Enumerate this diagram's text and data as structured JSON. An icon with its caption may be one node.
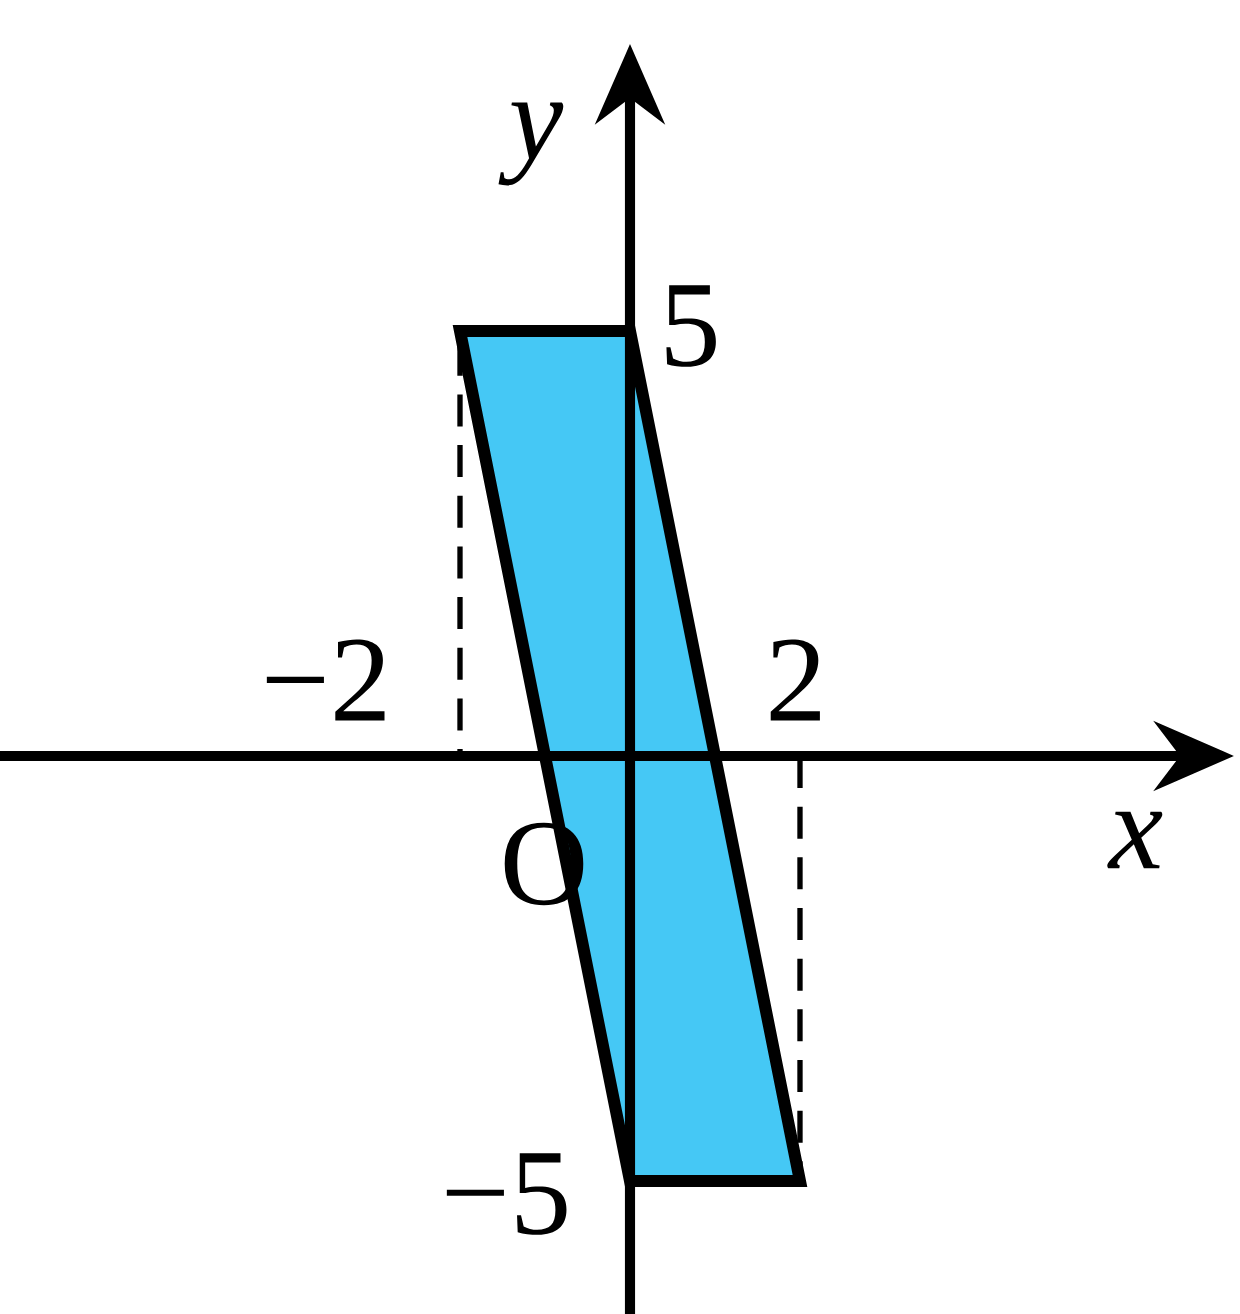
{
  "diagram": {
    "labels": [
      "y",
      "5",
      "−2",
      "2",
      "O",
      "x",
      "−5"
    ]
  }
}
